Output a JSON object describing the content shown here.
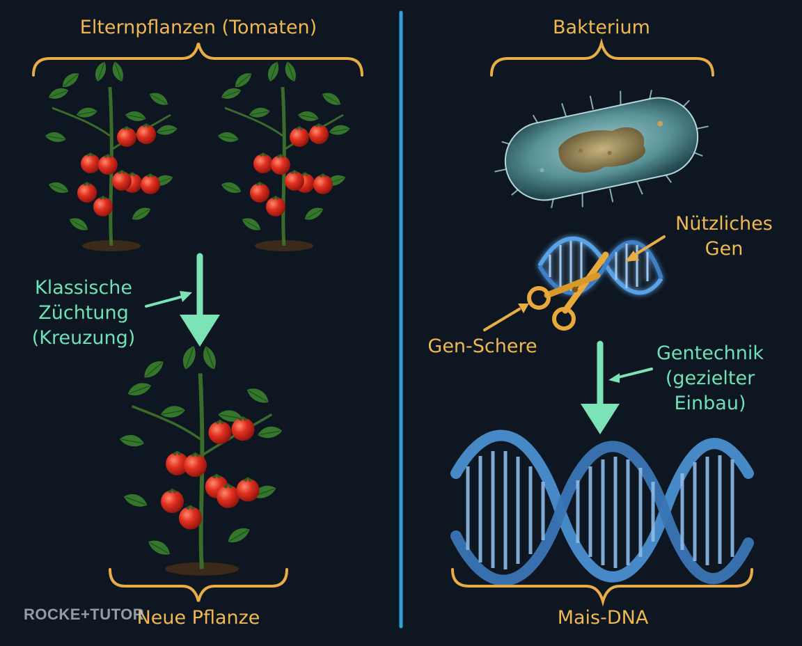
{
  "left": {
    "parents_label": "Elternpflanzen (Tomaten)",
    "breeding_label_lines": [
      "Klassische",
      "Züchtung",
      "(Kreuzung)"
    ],
    "offspring_label": "Neue Pflanze"
  },
  "right": {
    "bacterium_label": "Bakterium",
    "gene_label_lines": [
      "Nützliches",
      "Gen"
    ],
    "scissors_label": "Gen-Schere",
    "engineering_label_lines": [
      "Gentechnik",
      "(gezielter",
      "Einbau)"
    ],
    "target_label": "Mais-DNA"
  },
  "watermark": "ROCKE+TUTOR",
  "colors": {
    "background": "#0d1621",
    "divider": "#2aa6dc",
    "label_orange": "#f2b850",
    "label_green": "#6fe2b5",
    "arrow_green": "#7be3b6",
    "dna_blue": "#4a8fd0",
    "tomato_red": "#d62a1e",
    "leaf_green": "#2f6e2a"
  },
  "icons": [
    "tomato-plant-icon",
    "bacterium-icon",
    "dna-strand-icon",
    "scissors-icon",
    "down-arrow-icon"
  ]
}
